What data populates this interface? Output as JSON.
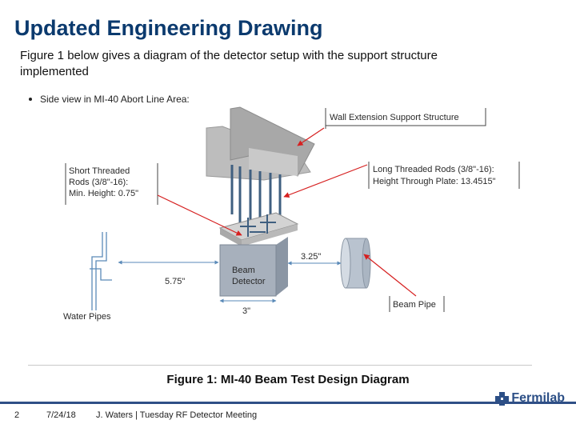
{
  "slide": {
    "title": "Updated Engineering Drawing",
    "intro": "Figure 1 below gives a diagram of the detector setup with the support structure implemented",
    "caption": "Figure 1: MI-40 Beam Test Design Diagram"
  },
  "diagram": {
    "bullet": "Side view in MI-40 Abort Line Area:",
    "labels": {
      "wall_support": "Wall Extension Support Structure",
      "short_rods_1": "Short Threaded",
      "short_rods_2": "Rods (3/8\"-16):",
      "short_rods_3": "Min. Height: 0.75\"",
      "long_rods_1": "Long Threaded Rods (3/8\"-16):",
      "long_rods_2": "Height Through Plate: 13.4515\"",
      "beam_detector_1": "Beam",
      "beam_detector_2": "Detector",
      "dim_325": "3.25\"",
      "dim_575": "5.75\"",
      "dim_3": "3\"",
      "water_pipes": "Water Pipes",
      "beam_pipe": "Beam Pipe"
    }
  },
  "footer": {
    "page": "2",
    "date": "7/24/18",
    "meeting": "J. Waters | Tuesday RF Detector Meeting",
    "logo": "Fermilab"
  },
  "colors": {
    "title": "#0b3a6e",
    "accent": "#2f4f86",
    "arrow": "#d62020"
  }
}
